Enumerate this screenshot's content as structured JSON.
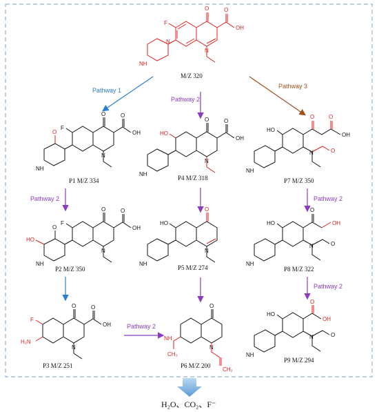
{
  "compounds": {
    "parent": {
      "label": "M/Z 320"
    },
    "p1": {
      "label": "P1  M/Z 334"
    },
    "p2": {
      "label": "P2  M/Z 350"
    },
    "p3": {
      "label": "P3  M/Z 251"
    },
    "p4": {
      "label": "P4  M/Z 318"
    },
    "p5": {
      "label": "P5  M/Z 274"
    },
    "p6": {
      "label": "P6  M/Z 200"
    },
    "p7": {
      "label": "P7  M/Z 350"
    },
    "p8": {
      "label": "P8  M/Z 322"
    },
    "p9": {
      "label": "P9  M/Z 294"
    }
  },
  "pathways": {
    "pathway1": "Pathway 1",
    "pathway2": "Pathway 2",
    "pathway3": "Pathway 3"
  },
  "atoms": {
    "F": "F",
    "O": "O",
    "OH": "OH",
    "HO": "HO",
    "N": "N",
    "NH": "NH",
    "H2N": "H₂N",
    "CH3": "CH₃",
    "CH2": "CH₂",
    "O_text": "O"
  },
  "final_products": "H₂O、CO₂、F⁻",
  "colors": {
    "frame": "#8fb4d9",
    "pathway1": "#2a7fd4",
    "pathway2": "#8a3cc2",
    "pathway3": "#a0501a",
    "highlight": "#e0201c",
    "bottom_arrow": "#7aaede"
  }
}
